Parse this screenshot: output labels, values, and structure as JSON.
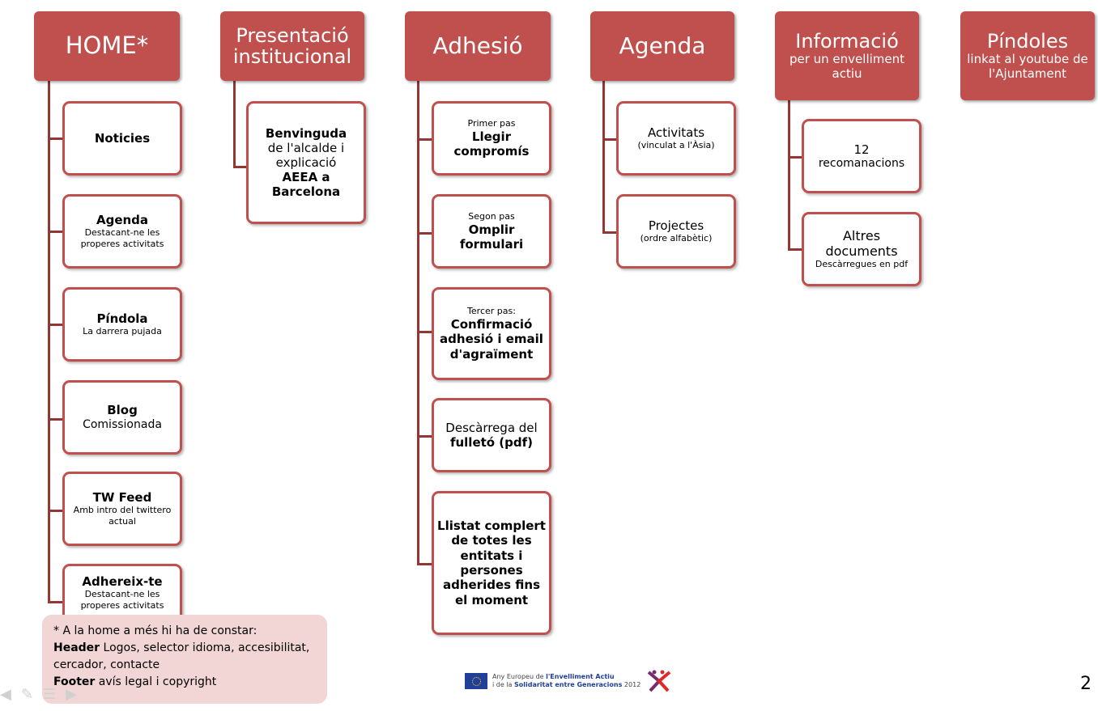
{
  "columns": [
    {
      "title": "HOME*",
      "sub": ""
    },
    {
      "title": "Presentació institucional",
      "sub": ""
    },
    {
      "title": "Adhesió",
      "sub": ""
    },
    {
      "title": "Agenda",
      "sub": ""
    },
    {
      "title": "Informació",
      "sub": "per un envelliment actiu"
    },
    {
      "title": "Píndoles",
      "sub": "linkat al youtube de l'Ajuntament"
    }
  ],
  "home": [
    {
      "title": "Noticies",
      "desc": ""
    },
    {
      "title": "Agenda",
      "desc": "Destacant-ne les properes activitats"
    },
    {
      "title": "Píndola",
      "desc": "La darrera pujada"
    },
    {
      "title": "Blog",
      "desc": "Comissionada"
    },
    {
      "title": "TW Feed",
      "desc": "Amb intro del twittero actual"
    },
    {
      "title": "Adhereix-te",
      "desc": "Destacant-ne les properes activitats"
    }
  ],
  "presentacio": {
    "bold1": "Benvinguda",
    "normal": "de l'alcalde i explicació",
    "bold2": "AEEA a Barcelona"
  },
  "adhesio": [
    {
      "pre": "Primer pas",
      "title": "Llegir compromís"
    },
    {
      "pre": "Segon pas",
      "title": "Omplir formulari"
    },
    {
      "pre": "Tercer pas:",
      "title": "Confirmació adhesió i email d'agraïment"
    },
    {
      "pre": "Descàrrega del",
      "title": "fulletó (pdf)"
    },
    {
      "pre": "",
      "title": "Llistat complert de totes les entitats i persones adherides fins el moment"
    }
  ],
  "agenda": [
    {
      "title": "Activitats",
      "desc": "(vinculat a l'Àsia)"
    },
    {
      "title": "Projectes",
      "desc": "(ordre alfabètic)"
    }
  ],
  "informacio": [
    {
      "title": "12",
      "desc": "recomanacions",
      "sub": ""
    },
    {
      "title": "Altres documents",
      "desc": "",
      "sub": "Descàrregues en pdf"
    }
  ],
  "note": {
    "intro": "* A la home a més hi ha de constar:",
    "header_label": "Header",
    "header_text": " Logos, selector idioma, accesibilitat, cercador, contacte",
    "footer_label": "Footer",
    "footer_text": " avís legal i copyright"
  },
  "logo": {
    "line1_pre": "Any Europeu de ",
    "line1_bold": "l'Envelliment Actiu",
    "line2_pre": "i de la ",
    "line2_bold": "Solidaritat entre Generacions",
    "line2_year": " 2012"
  },
  "slide_number": "2",
  "colors": {
    "header": "#c0504d",
    "border": "#c0504d",
    "connector": "#943634",
    "note_bg": "#f2d6d5"
  }
}
